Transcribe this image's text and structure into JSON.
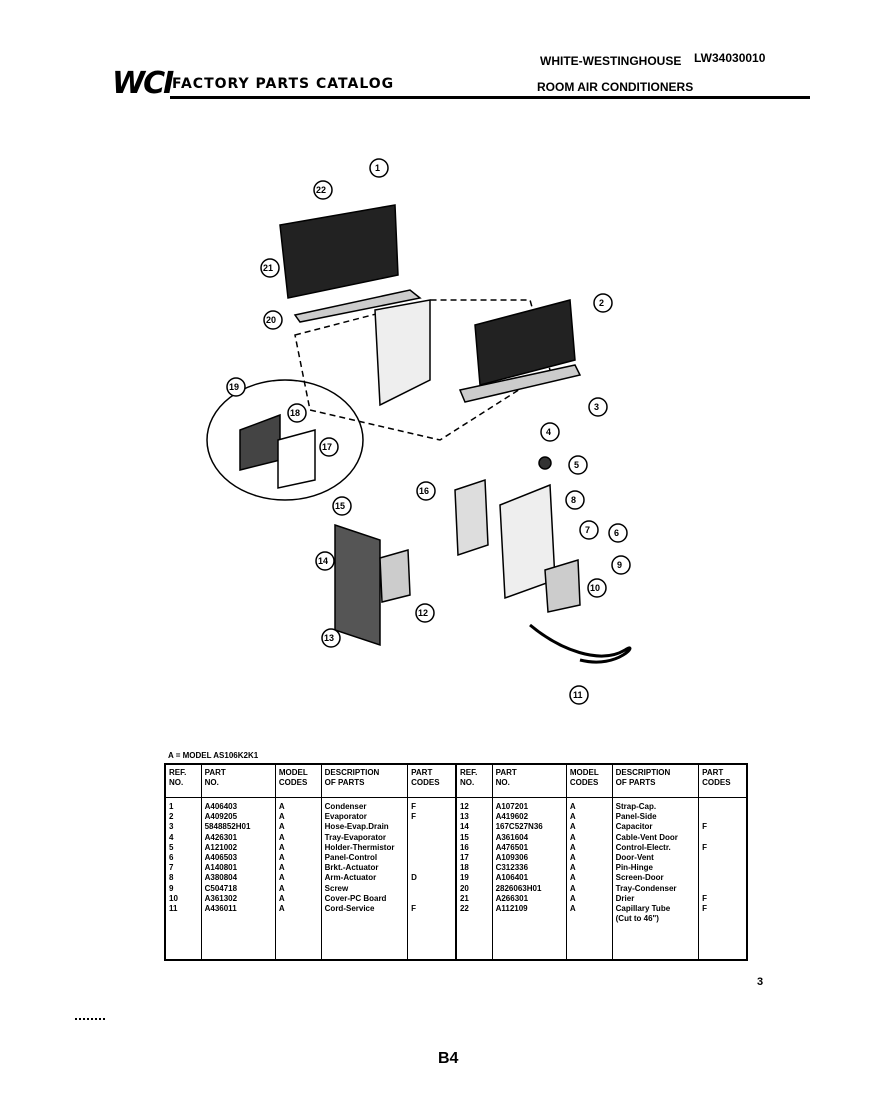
{
  "header": {
    "logo_mark": "WCI",
    "logo_text": "FACTORY PARTS CATALOG",
    "brand": "WHITE-WESTINGHOUSE",
    "model_number": "LW34030010",
    "product_line": "ROOM AIR CONDITIONERS"
  },
  "diagram": {
    "callouts": [
      "1",
      "2",
      "3",
      "4",
      "5",
      "6",
      "7",
      "8",
      "9",
      "10",
      "11",
      "12",
      "13",
      "14",
      "15",
      "16",
      "17",
      "18",
      "19",
      "20",
      "21",
      "22"
    ]
  },
  "table": {
    "model_note": "A = MODEL AS106K2K1",
    "headers": {
      "ref": "REF.\nNO.",
      "part": "PART\nNO.",
      "codes": "MODEL\nCODES",
      "desc": "DESCRIPTION\nOF PARTS",
      "part_codes": "PART\nCODES"
    },
    "left": {
      "ref": [
        "1",
        "2",
        "3",
        "4",
        "5",
        "6",
        "7",
        "8",
        "9",
        "10",
        "11"
      ],
      "part": [
        "A406403",
        "A409205",
        "5848852H01",
        "A426301",
        "A121002",
        "A406503",
        "A140801",
        "A380804",
        "C504718",
        "A361302",
        "A436011"
      ],
      "codes": [
        "A",
        "A",
        "A",
        "A",
        "A",
        "A",
        "A",
        "A",
        "A",
        "A",
        "A"
      ],
      "desc": [
        "Condenser",
        "Evaporator",
        "Hose-Evap.Drain",
        "Tray-Evaporator",
        "Holder-Thermistor",
        "Panel-Control",
        "Brkt.-Actuator",
        "Arm-Actuator",
        "Screw",
        "Cover-PC Board",
        "Cord-Service"
      ],
      "part_codes": [
        "F",
        "F",
        "",
        "",
        "",
        "",
        "",
        "D",
        "",
        "",
        "F"
      ]
    },
    "right": {
      "ref": [
        "12",
        "13",
        "14",
        "15",
        "16",
        "17",
        "18",
        "19",
        "20",
        "21",
        "22"
      ],
      "part": [
        "A107201",
        "A419602",
        "167C527N36",
        "A361604",
        "A476501",
        "A109306",
        "C312336",
        "A106401",
        "2826063H01",
        "A266301",
        "A112109"
      ],
      "codes": [
        "A",
        "A",
        "A",
        "A",
        "A",
        "A",
        "A",
        "A",
        "A",
        "A",
        "A"
      ],
      "desc": [
        "Strap-Cap.",
        "Panel-Side",
        "Capacitor",
        "Cable-Vent Door",
        "Control-Electr.",
        "Door-Vent",
        "Pin-Hinge",
        "Screen-Door",
        "Tray-Condenser",
        "Drier",
        "Capillary Tube\n(Cut to 46\")"
      ],
      "part_codes": [
        "",
        "",
        "F",
        "",
        "F",
        "",
        "",
        "",
        "",
        "F",
        "F"
      ]
    }
  },
  "footer": {
    "page_number": "3",
    "sheet_number": "B4"
  }
}
